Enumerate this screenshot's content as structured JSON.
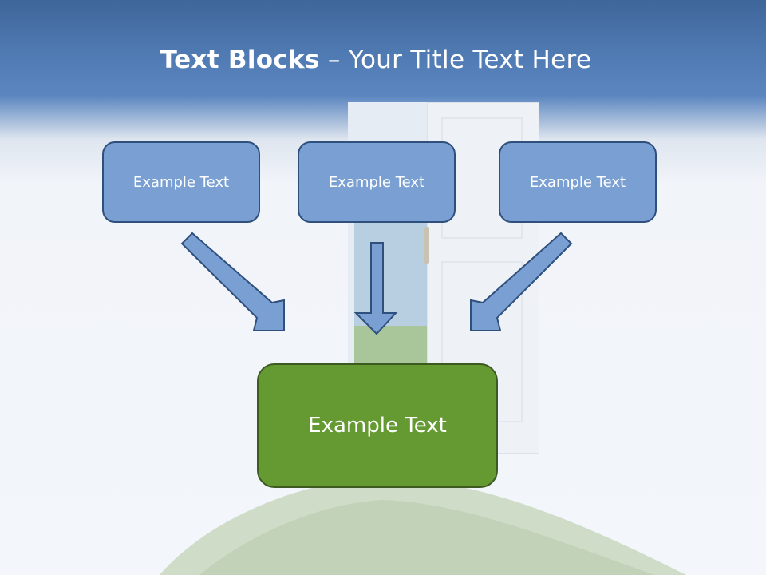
{
  "slide": {
    "title_bold": "Text Blocks",
    "title_dash": " – ",
    "title_rest": "Your Title Text Here",
    "blocks": [
      {
        "label": "Example Text"
      },
      {
        "label": "Example Text"
      },
      {
        "label": "Example Text"
      }
    ],
    "main_block": {
      "label": "Example Text"
    }
  },
  "colors": {
    "header_blue": "#4e78b0",
    "block_fill": "#7aa0d3",
    "block_border": "#2f4f7c",
    "main_fill": "#659a33",
    "arrow_fill": "#7aa0d3"
  }
}
